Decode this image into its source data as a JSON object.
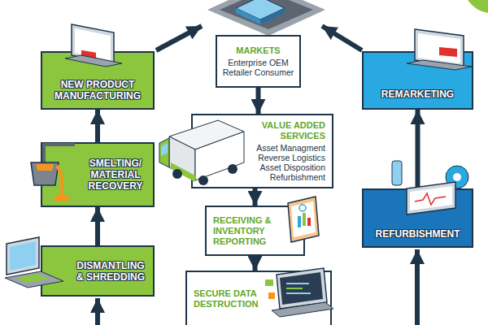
{
  "diagram": {
    "nodes": [
      {
        "text": [
          "NEW PRODUCT MANUFACTURING"
        ]
      },
      {
        "text": [
          "MARKETS",
          "Enterprise OEM Retailer Consumer"
        ]
      },
      {
        "text": [
          "REMARKETING"
        ]
      },
      {
        "text": [
          "SMELTING/ MATERIAL RECOVERY"
        ]
      },
      {
        "text": [
          "VALUE ADDED SERVICES",
          "Asset Managment Reverse Logistics Asset Disposition Refurbishment"
        ]
      },
      {
        "text": [
          "RECEIVING & INVENTORY REPORTING"
        ]
      },
      {
        "text": [
          "REFURBISHMENT"
        ]
      },
      {
        "text": [
          "DISMANTLING & SHREDDING"
        ]
      },
      {
        "text": [
          "SECURE DATA DESTRUCTION"
        ]
      }
    ],
    "edges": [
      {
        "from": 1,
        "to": 4,
        "arrow": "to"
      },
      {
        "from": 4,
        "to": 5,
        "arrow": "to"
      },
      {
        "from": 5,
        "to": 8,
        "arrow": "to"
      },
      {
        "from": 3,
        "to": 0,
        "arrow": "to"
      },
      {
        "from": 7,
        "to": 3,
        "arrow": "to"
      },
      {
        "from": 6,
        "to": 2,
        "arrow": "to"
      }
    ]
  }
}
